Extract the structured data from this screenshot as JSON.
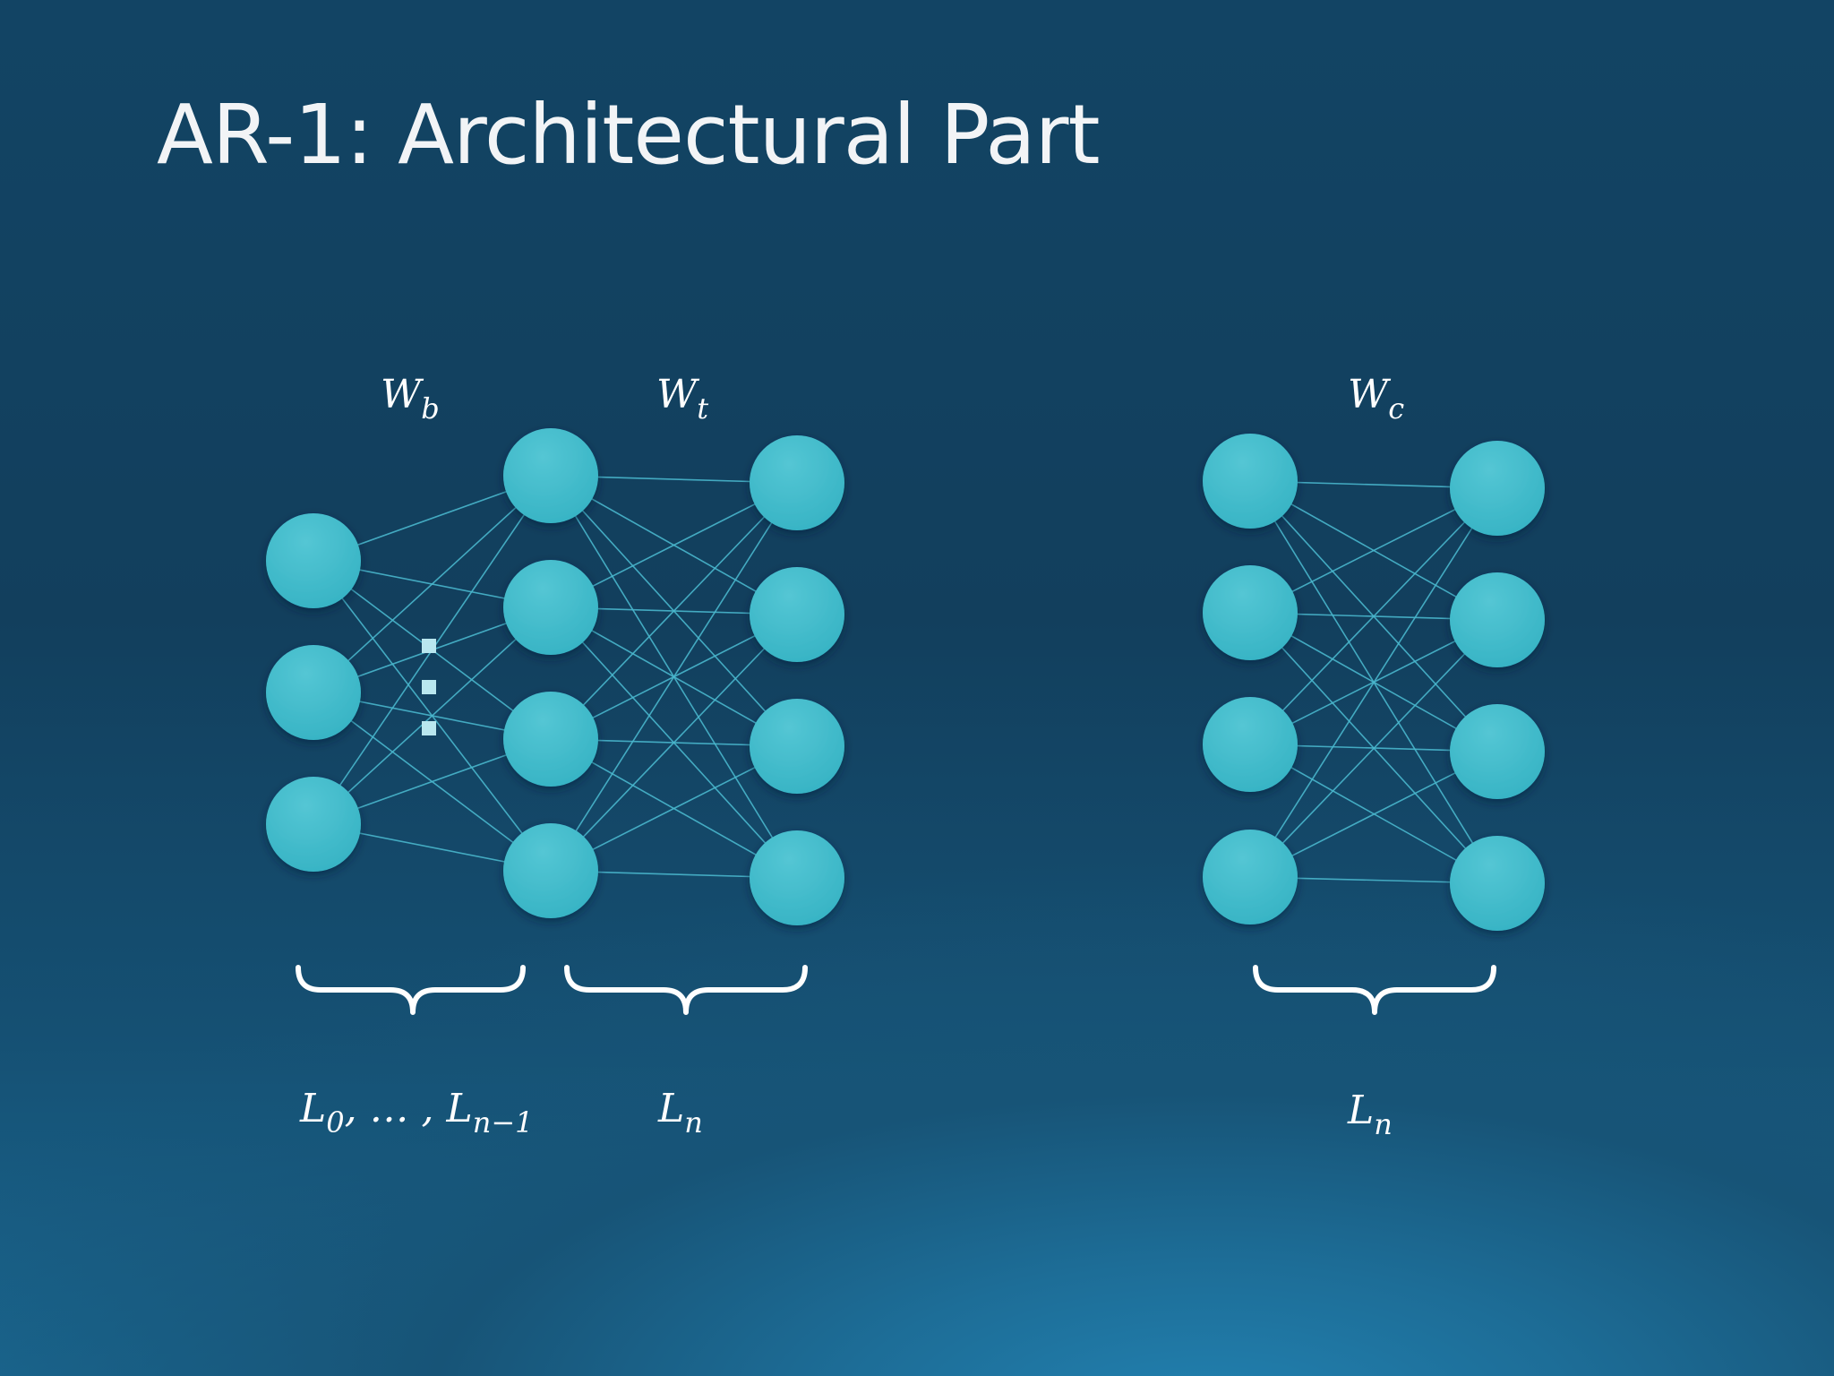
{
  "slide": {
    "title": "AR-1: Architectural Part"
  },
  "colors": {
    "node_fill": "#36b3c4",
    "node_highlight": "#54c6d4",
    "edge": "#49b6cc",
    "brace": "#ffffff",
    "ellipsis_dots": "#b9e7ef"
  },
  "left_network": {
    "weight_label_bottom": {
      "base": "W",
      "sub": "b"
    },
    "weight_label_top": {
      "base": "W",
      "sub": "t"
    },
    "layers_bottom_label": {
      "first_base": "L",
      "first_sub": "0",
      "separator": ", … , ",
      "last_base": "L",
      "last_sub": "n−1"
    },
    "layer_top_label": {
      "base": "L",
      "sub": "n"
    },
    "layer_node_counts": [
      3,
      4,
      4
    ]
  },
  "right_network": {
    "weight_label": {
      "base": "W",
      "sub": "c"
    },
    "layer_label": {
      "base": "L",
      "sub": "n"
    },
    "layer_node_counts": [
      4,
      4
    ]
  }
}
